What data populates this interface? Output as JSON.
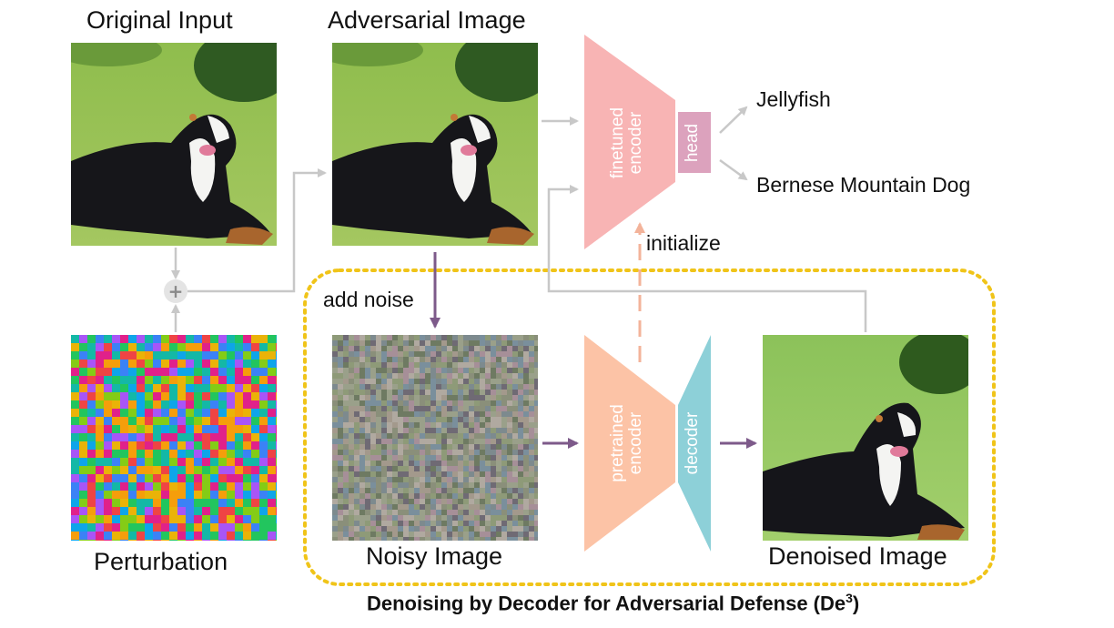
{
  "labels": {
    "original_input": "Original Input",
    "adversarial_image": "Adversarial Image",
    "perturbation": "Perturbation",
    "noisy_image": "Noisy Image",
    "denoised_image": "Denoised Image",
    "add_noise": "add noise",
    "initialize": "initialize"
  },
  "blocks": {
    "finetuned_line1": "finetuned",
    "finetuned_line2": "encoder",
    "head": "head",
    "pretrained_line1": "pretrained",
    "pretrained_line2": "encoder",
    "decoder": "decoder"
  },
  "outputs": {
    "class_a": "Jellyfish",
    "class_b": "Bernese Mountain Dog"
  },
  "operator_symbol": "+",
  "footer": {
    "title_main": "Denoising by Decoder for Adversarial Defense (De",
    "title_sup": "3",
    "title_end": ")"
  },
  "colors": {
    "finetuned_encoder": "#f8b4b4",
    "head": "#dca2bd",
    "pretrained_encoder": "#fcc3a6",
    "decoder": "#8dd0d8",
    "arrow_gray": "#c8c8c8",
    "arrow_purple": "#7d5a8a",
    "initialize_arrow": "#f3b39a",
    "dotted_box": "#f0c419"
  },
  "icons": [
    "plus-circle-icon"
  ]
}
